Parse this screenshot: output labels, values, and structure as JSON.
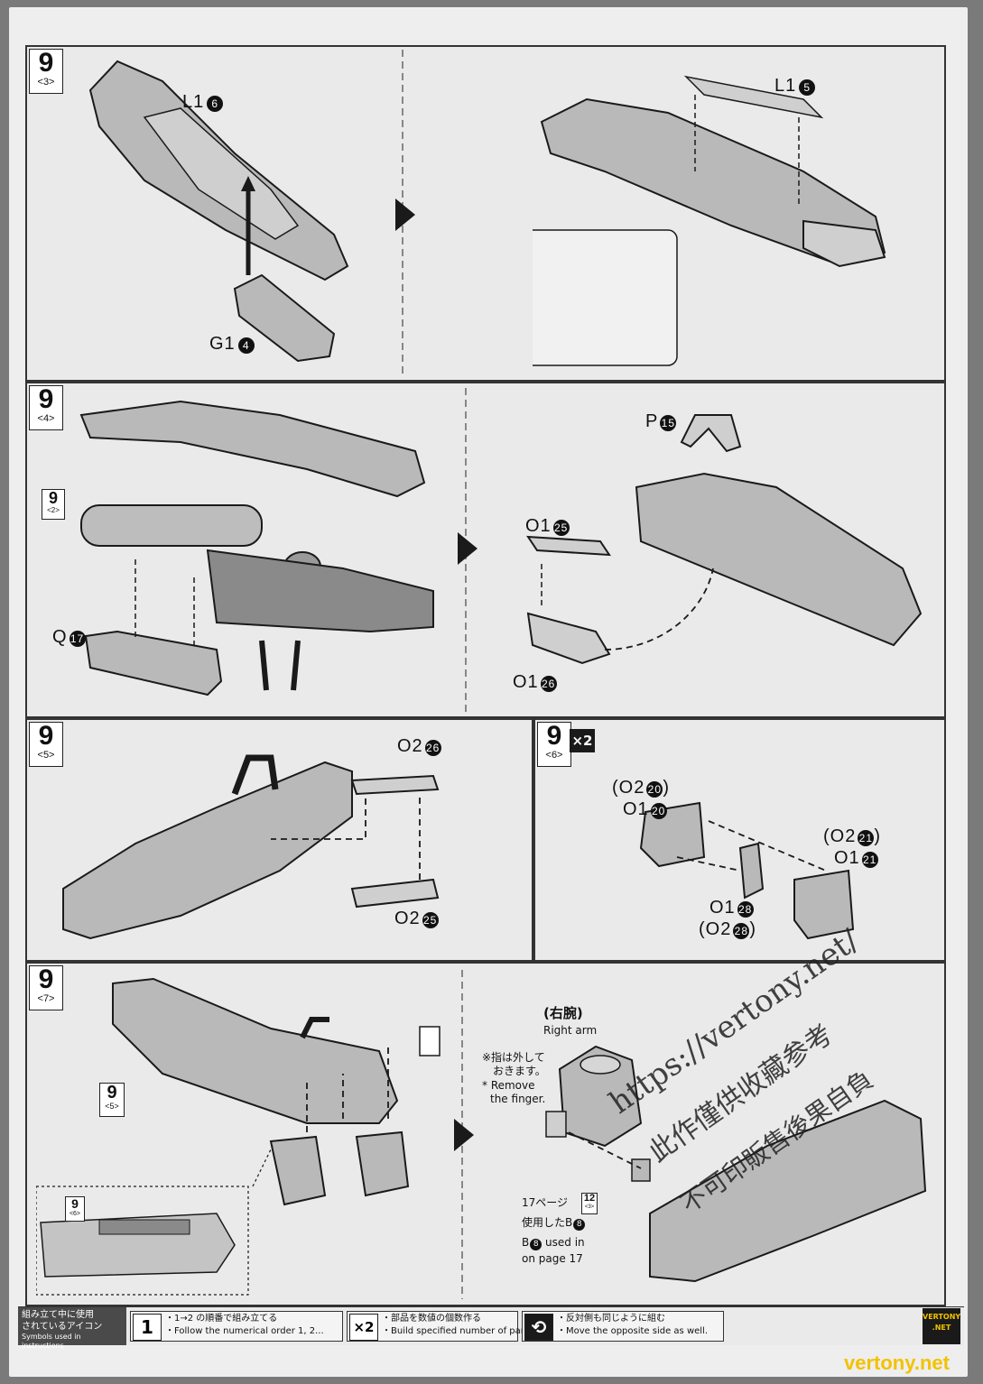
{
  "step9_3": {
    "step": "9",
    "sub": "<3>",
    "part_a": "L1",
    "part_a_num": "6",
    "part_b": "G1",
    "part_b_num": "4",
    "part_c": "L1",
    "part_c_num": "5"
  },
  "step9_4": {
    "step": "9",
    "sub": "<4>",
    "ref_step": "9",
    "ref_sub": "<2>",
    "part_q": "Q",
    "part_q_num": "17",
    "part_p": "P",
    "part_p_num": "15",
    "part_o1a": "O1",
    "part_o1a_num": "25",
    "part_o1b": "O1",
    "part_o1b_num": "26"
  },
  "step9_5": {
    "step": "9",
    "sub": "<5>",
    "part_a": "O2",
    "part_a_num": "26",
    "part_b": "O2",
    "part_b_num": "25"
  },
  "step9_6": {
    "step": "9",
    "sub": "<6>",
    "multiplier": "×2",
    "p1_alt": "(O2",
    "p1_alt_num": "20",
    "p1": "O1",
    "p1_num": "20",
    "p2_alt": "(O2",
    "p2_alt_num": "21",
    "p2": "O1",
    "p2_num": "21",
    "p3": "O1",
    "p3_num": "28",
    "p3_alt": "(O2",
    "p3_alt_num": "28"
  },
  "step9_7": {
    "step": "9",
    "sub": "<7>",
    "ref_step": "9",
    "ref_sub": "<5>",
    "inset_step": "9",
    "inset_sub": "<6>",
    "right_arm_jp": "(右腕)",
    "right_arm_en": "Right arm",
    "finger_jp_1": "※指は外して",
    "finger_jp_2": "おきます。",
    "finger_en_1": "* Remove",
    "finger_en_2": "the finger.",
    "page_jp": "17ページ",
    "ref12_step": "12",
    "ref12_sub": "<3>",
    "used_jp": "使用したB",
    "used_jp_num": "8",
    "used_en_1": "B",
    "used_en_num": "8",
    "used_en_2": " used in",
    "used_en_3": "on page 17"
  },
  "legend": {
    "title_jp_1": "組み立て中に使用",
    "title_jp_2": "されているアイコン",
    "title_en": "Symbols used in instructions",
    "item1_icon": "1",
    "item1_jp": "・1→2 の順番で組み立てる",
    "item1_en": "・Follow the numerical order 1, 2...",
    "item2_icon": "×2",
    "item2_jp": "・部品を数値の個数作る",
    "item2_en": "・Build specified number of parts.",
    "item3_icon": "⟲",
    "item3_jp": "・反対側も同じように組む",
    "item3_en": "・Move the opposite side as well."
  },
  "watermark": {
    "url": "https://vertony.net/",
    "line2": "此作僅供收藏参考",
    "line3": "不可印販售後果自負",
    "site": "vertony.net",
    "logo_1": "VERTONY",
    "logo_2": ".NET"
  },
  "colors": {
    "part_fill": "#b9b9b9",
    "part_dark": "#8a8a8a",
    "ink": "#1a1a1a"
  }
}
